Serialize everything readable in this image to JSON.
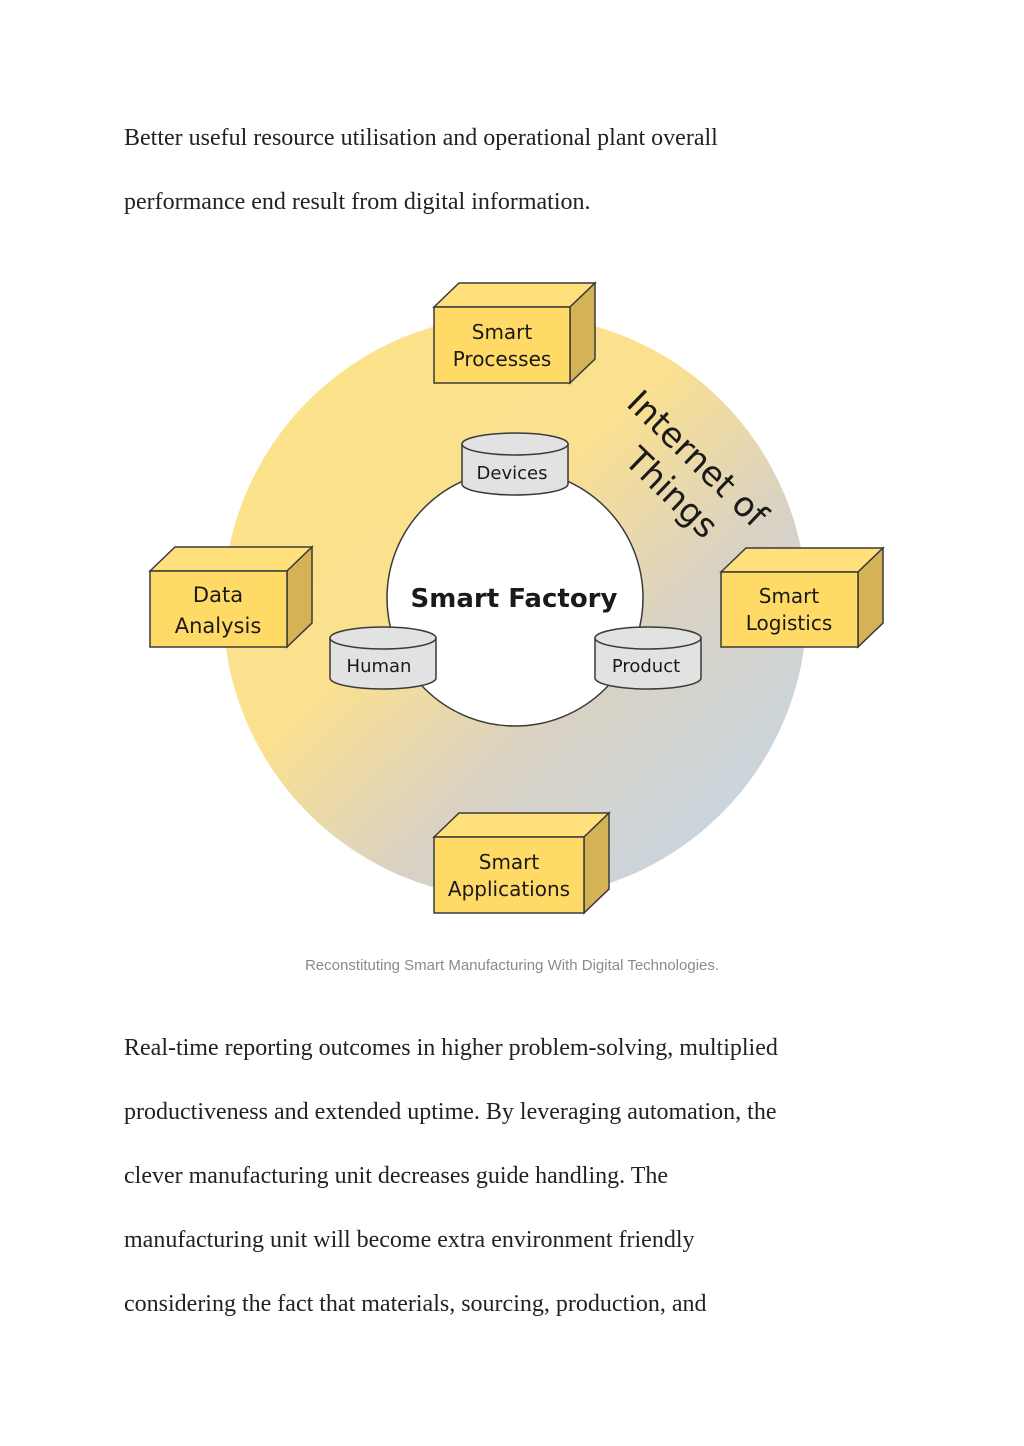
{
  "intro": {
    "lines": [
      "Better useful resource utilisation and operational plant overall",
      "performance end result from digital information."
    ]
  },
  "diagram": {
    "center": "Smart Factory",
    "ring_label": [
      "Internet of",
      "Things"
    ],
    "cylinders": {
      "top": "Devices",
      "left": "Human",
      "right": "Product"
    },
    "boxes": {
      "top": [
        "Smart",
        "Processes"
      ],
      "left": [
        "Data",
        "Analysis"
      ],
      "right": [
        "Smart",
        "Logistics"
      ],
      "bottom": [
        "Smart",
        "Applications"
      ]
    },
    "colors": {
      "ring_yellow": "#FCE38A",
      "ring_blue": "#C4D6E6",
      "box_face": "#FFDA66",
      "box_side": "#D4B356",
      "cylinder": "#E2E2E2"
    }
  },
  "caption": "Reconstituting Smart Manufacturing With Digital Technologies.",
  "body": {
    "lines": [
      "Real-time reporting outcomes in higher problem-solving, multiplied",
      "productiveness and extended uptime. By leveraging automation, the",
      "clever manufacturing unit decreases guide handling. The",
      "manufacturing unit will become extra environment friendly",
      "considering the fact that materials, sourcing, production, and"
    ]
  }
}
